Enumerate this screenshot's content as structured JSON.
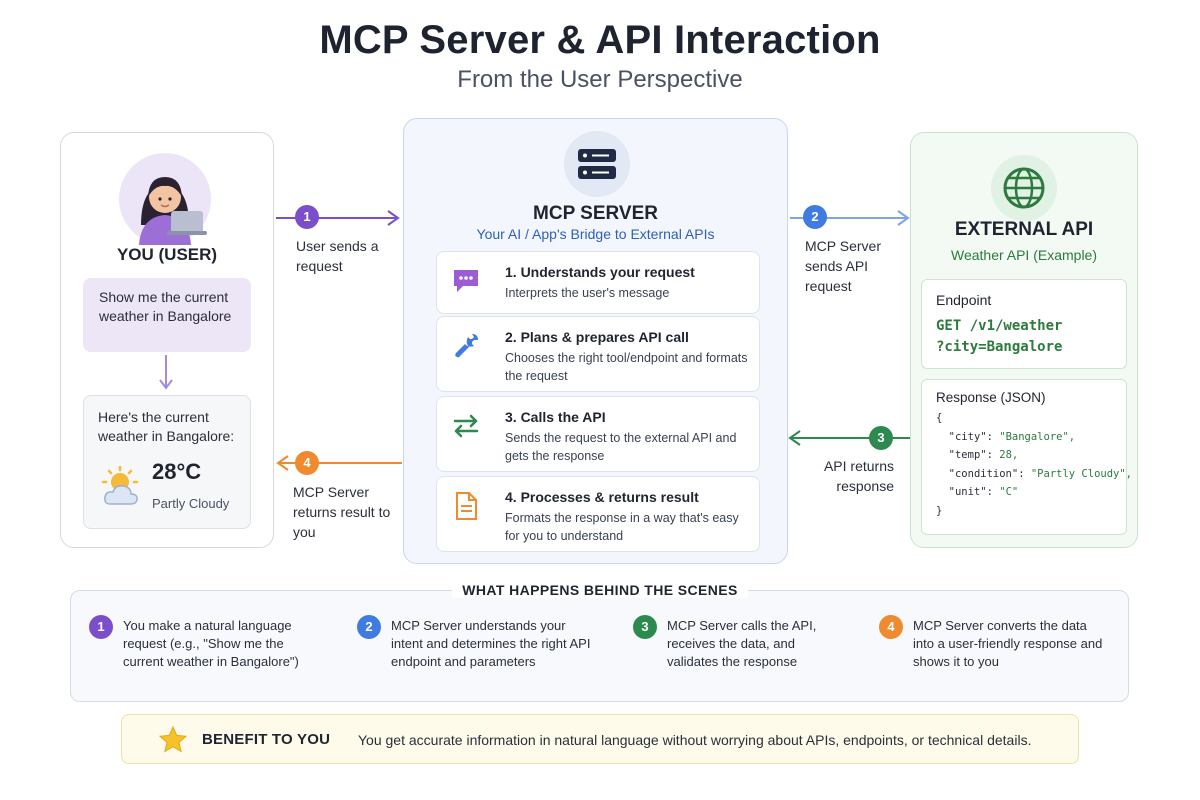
{
  "header": {
    "title": "MCP Server & API Interaction",
    "subtitle": "From the User Perspective"
  },
  "user": {
    "title": "YOU (USER)",
    "request": "Show me the current weather in Bangalore",
    "response_intro": "Here's the current weather in Bangalore:",
    "temperature": "28°C",
    "condition": "Partly Cloudy"
  },
  "server": {
    "title": "MCP SERVER",
    "subtitle": "Your AI / App's Bridge to External APIs",
    "steps": [
      {
        "title": "1. Understands your request",
        "desc": "Interprets the user's message"
      },
      {
        "title": "2. Plans & prepares API call",
        "desc": "Chooses the right tool/endpoint and formats the request"
      },
      {
        "title": "3. Calls the API",
        "desc": "Sends the request to the external API and gets the response"
      },
      {
        "title": "4. Processes & returns result",
        "desc": "Formats the response in a way that's easy for you to understand"
      }
    ]
  },
  "api": {
    "title": "EXTERNAL API",
    "subtitle": "Weather API (Example)",
    "endpoint_label": "Endpoint",
    "endpoint_line1": "GET /v1/weather",
    "endpoint_line2": "?city=Bangalore",
    "response_label": "Response (JSON)",
    "json": {
      "open": "{",
      "close": "}",
      "fields": [
        {
          "key": "\"city\"",
          "value": "\"Bangalore\","
        },
        {
          "key": "\"temp\"",
          "value": "28,"
        },
        {
          "key": "\"condition\"",
          "value": "\"Partly Cloudy\","
        },
        {
          "key": "\"unit\"",
          "value": "\"C\""
        }
      ]
    }
  },
  "flow": [
    {
      "num": "1",
      "label": "User sends a request",
      "color": "#7b4fc9"
    },
    {
      "num": "2",
      "label": "MCP Server sends API request",
      "color": "#3f7be0"
    },
    {
      "num": "3",
      "label": "API returns response",
      "color": "#2d8a4e"
    },
    {
      "num": "4",
      "label": "MCP Server returns result to you",
      "color": "#ef8a2e"
    }
  ],
  "behind_scenes": {
    "title": "WHAT HAPPENS BEHIND THE SCENES",
    "items": [
      {
        "num": "1",
        "text": "You make a natural language request (e.g., \"Show me the current weather in Bangalore\")",
        "color": "#7b4fc9"
      },
      {
        "num": "2",
        "text": "MCP Server understands your intent and determines the right API endpoint and parameters",
        "color": "#3f7be0"
      },
      {
        "num": "3",
        "text": "MCP Server calls the API, receives the data, and validates the response",
        "color": "#2d8a4e"
      },
      {
        "num": "4",
        "text": "MCP Server converts the data into a user-friendly response and shows it to you",
        "color": "#ef8a2e"
      }
    ]
  },
  "benefit": {
    "label": "BENEFIT TO YOU",
    "text": "You get accurate information in natural language without worrying about APIs, endpoints, or technical details."
  },
  "icons": [
    "user-avatar-icon",
    "server-icon",
    "globe-icon",
    "chat-icon",
    "wrench-icon",
    "swap-arrows-icon",
    "document-icon",
    "partly-cloudy-icon",
    "star-icon"
  ]
}
